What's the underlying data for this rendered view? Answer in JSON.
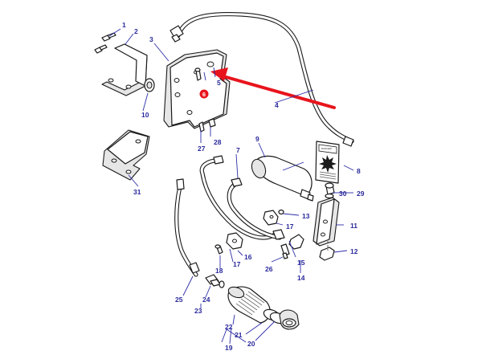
{
  "callouts": {
    "c1": "1",
    "c2": "2",
    "c3": "3",
    "c4": "4",
    "c5": "5",
    "c6": "6",
    "c7": "7",
    "c8": "8",
    "c9": "9",
    "c10": "10",
    "c11": "11",
    "c12": "12",
    "c13": "13",
    "c14": "14",
    "c15": "15",
    "c16": "16",
    "c17a": "17",
    "c17b": "17",
    "c18": "18",
    "c19": "19",
    "c20": "20",
    "c21": "21",
    "c22": "22",
    "c23": "23",
    "c24": "24",
    "c25": "25",
    "c26": "26",
    "c27": "27",
    "c28": "28",
    "c29": "29",
    "c30": "30",
    "c31": "31"
  },
  "highlight": {
    "arrow_color": "#e8141c",
    "marker_color": "#e8141c",
    "marker_label": "6"
  },
  "decal": {
    "icon": "explosion-warning-icon"
  }
}
